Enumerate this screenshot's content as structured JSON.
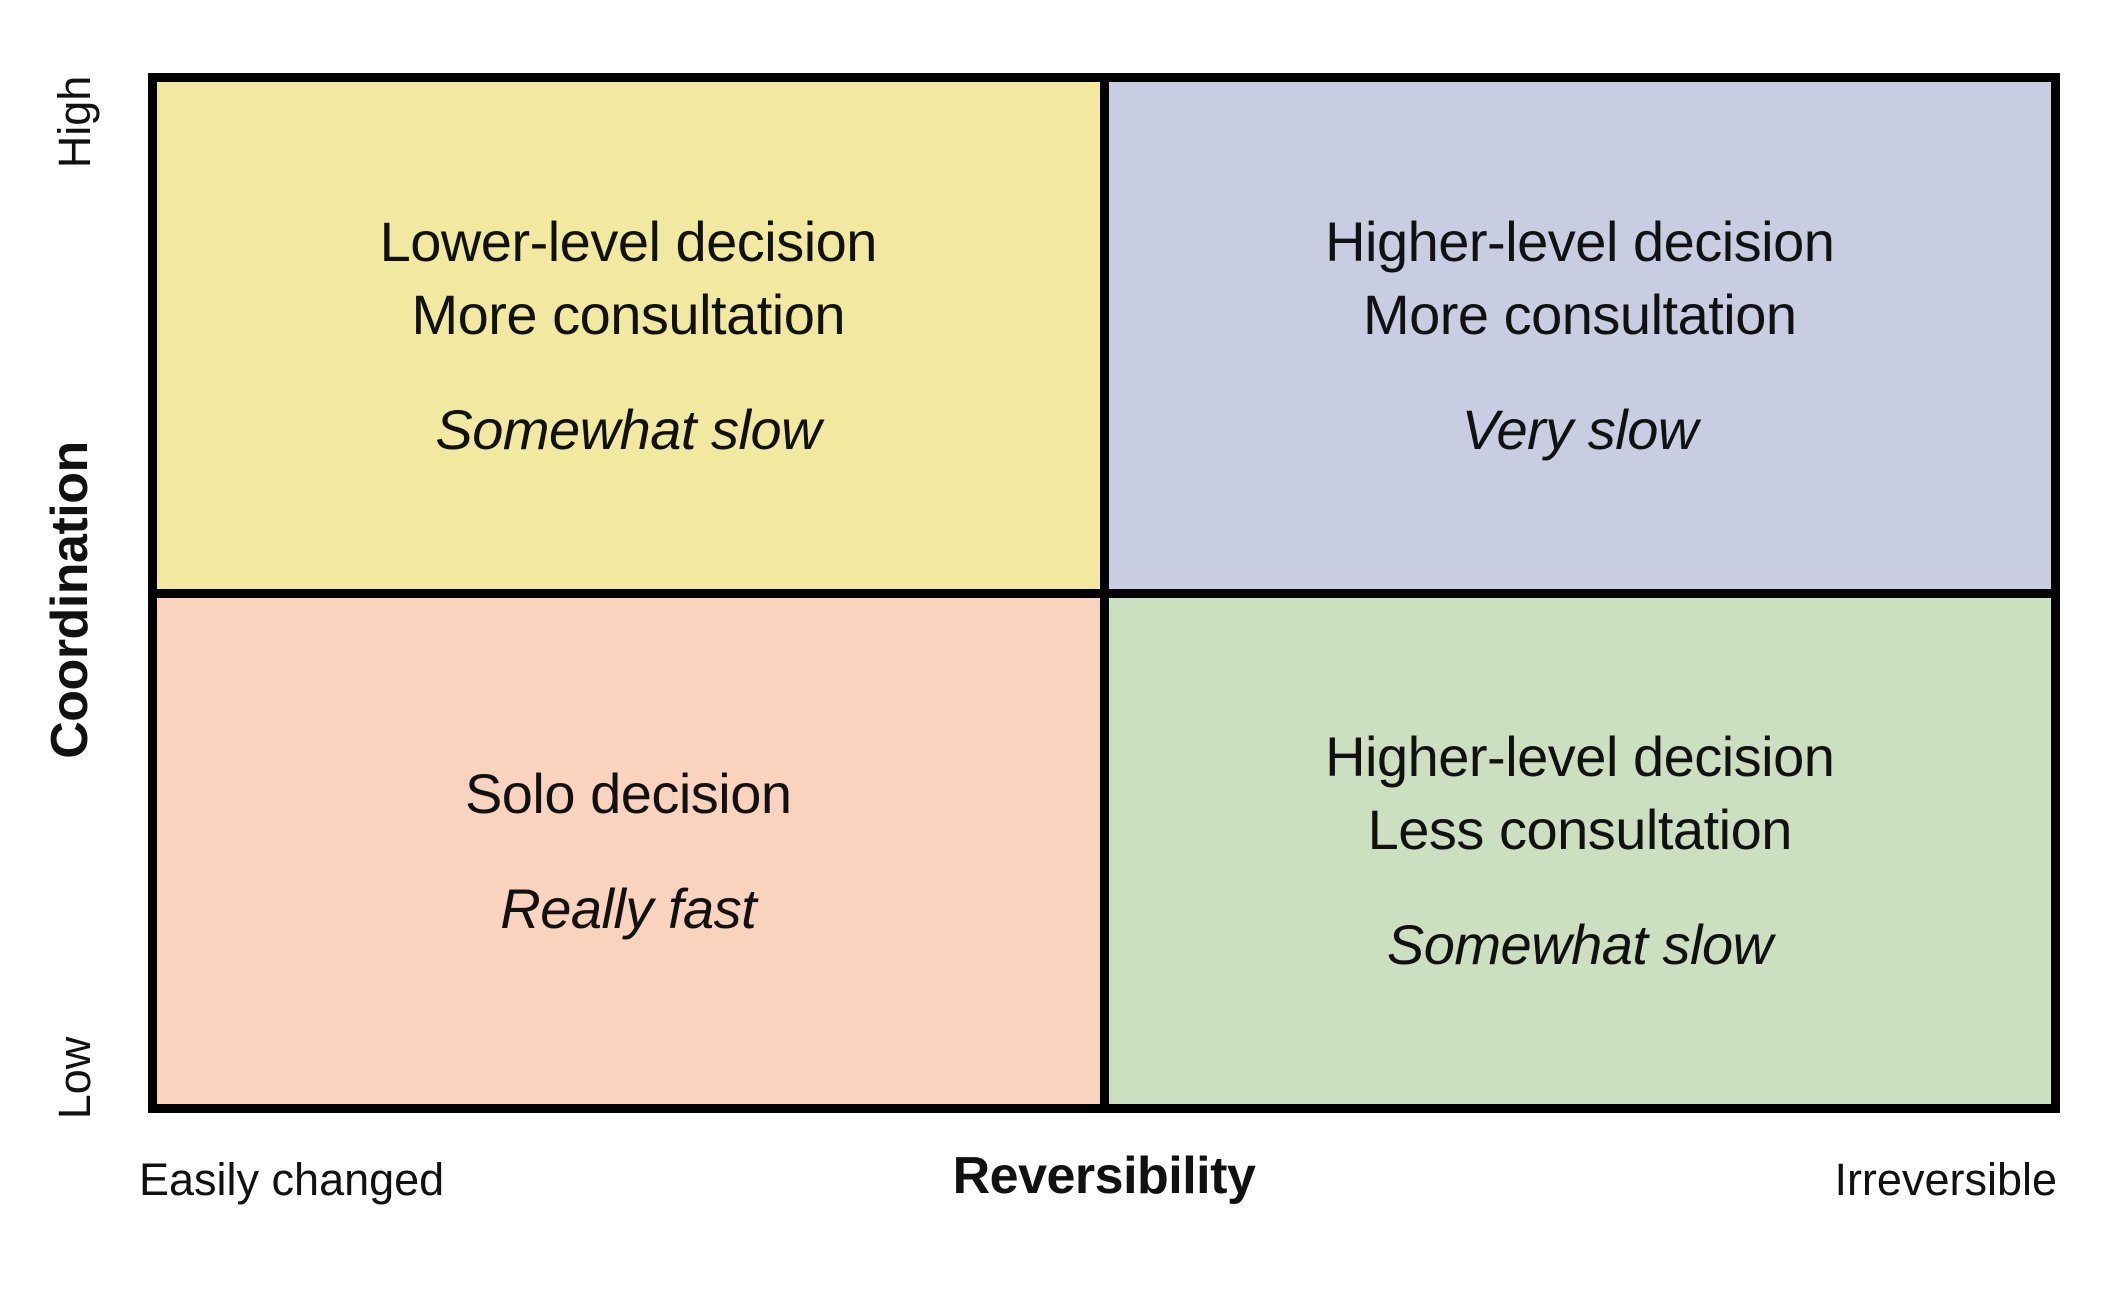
{
  "figure": {
    "y_axis": {
      "title": "Coordination",
      "top_label": "High",
      "bottom_label": "Low"
    },
    "x_axis": {
      "title": "Reversibility",
      "left_label": "Easily changed",
      "right_label": "Irreversible"
    },
    "quadrants": {
      "top_left": {
        "line1": "Lower-level decision",
        "line2": "More consultation",
        "note": "Somewhat slow",
        "color": "#F2E9A1"
      },
      "top_right": {
        "line1": "Higher-level decision",
        "line2": "More consultation",
        "note": "Very slow",
        "color": "#C8CDE1"
      },
      "bottom_left": {
        "line1": "Solo decision",
        "note": "Really fast",
        "color": "#FAD3BF"
      },
      "bottom_right": {
        "line1": "Higher-level decision",
        "line2": "Less consultation",
        "note": "Somewhat slow",
        "color": "#CCDFC1"
      }
    },
    "line_color": "#000000",
    "text_color": "#111111",
    "background": "#FFFFFF"
  },
  "chart_data": {
    "type": "quadrant-matrix",
    "x_axis": {
      "label": "Reversibility",
      "min_label": "Easily changed",
      "max_label": "Irreversible"
    },
    "y_axis": {
      "label": "Coordination",
      "min_label": "Low",
      "max_label": "High"
    },
    "cells": [
      {
        "x": "Easily changed",
        "y": "High",
        "text": "Lower-level decision / More consultation",
        "speed": "Somewhat slow",
        "color": "#F2E9A1"
      },
      {
        "x": "Irreversible",
        "y": "High",
        "text": "Higher-level decision / More consultation",
        "speed": "Very slow",
        "color": "#C8CDE1"
      },
      {
        "x": "Easily changed",
        "y": "Low",
        "text": "Solo decision",
        "speed": "Really fast",
        "color": "#FAD3BF"
      },
      {
        "x": "Irreversible",
        "y": "Low",
        "text": "Higher-level decision / Less consultation",
        "speed": "Somewhat slow",
        "color": "#CCDFC1"
      }
    ]
  }
}
